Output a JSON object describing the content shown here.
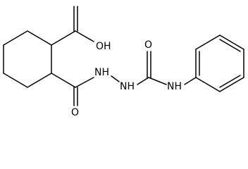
{
  "labels": {
    "carboxylic_oh": "OH",
    "carbonyl_o_left": "O",
    "hydrazide_nh_1": "NH",
    "hydrazide_nh_2": "NH",
    "carbonyl_o_right": "O",
    "anilide_nh": "NH"
  },
  "colors": {
    "bond": "#000000",
    "text": "#000000",
    "background": "#ffffff"
  }
}
